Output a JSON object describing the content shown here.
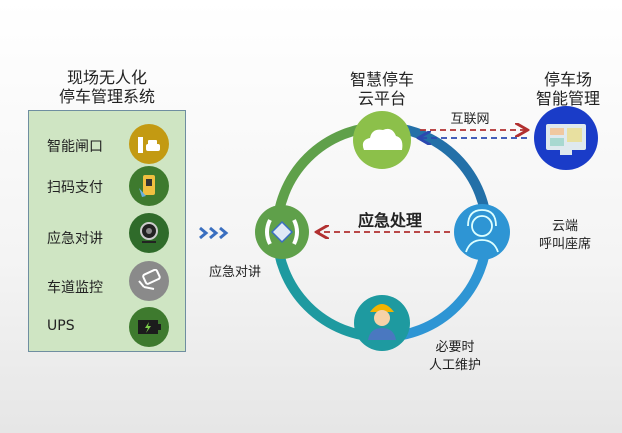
{
  "left_panel": {
    "title_line1": "现场无人化",
    "title_line2": "停车管理系统",
    "items": [
      {
        "label": "智能闸口",
        "icon": "gate-car-icon",
        "color": "#c39a12"
      },
      {
        "label": "扫码支付",
        "icon": "phone-qr-icon",
        "color": "#3e7a2e"
      },
      {
        "label": "应急对讲",
        "icon": "webcam-icon",
        "color": "#3e7a2e"
      },
      {
        "label": "车道监控",
        "icon": "camera-icon",
        "color": "#8a8a8a"
      },
      {
        "label": "UPS",
        "icon": "battery-icon",
        "color": "#3e7a2e"
      }
    ]
  },
  "cloud": {
    "line1": "智慧停车",
    "line2": "云平台"
  },
  "mgmt": {
    "line1": "停车场",
    "line2": "智能管理"
  },
  "internet_label": "互联网",
  "emergency_label": "应急处理",
  "intercom_label": "应急对讲",
  "call_center": {
    "line1": "云端",
    "line2": "呼叫座席"
  },
  "maintenance": {
    "line1": "必要时",
    "line2": "人工维护"
  },
  "colors": {
    "ring_green": "#5fa04a",
    "ring_blue": "#2a86c4",
    "ring_teal": "#1e9aa0",
    "arrow_red": "#b23030",
    "arrow_blue": "#2b48b0"
  }
}
